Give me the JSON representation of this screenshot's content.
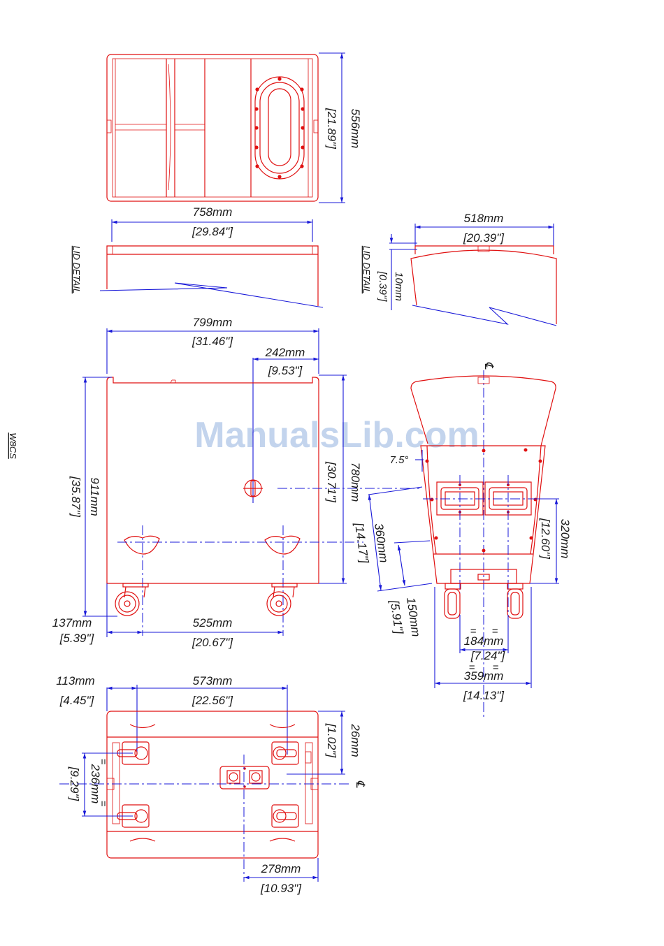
{
  "model": "W8CS",
  "watermark": "ManualsLib.com",
  "centerline_symbol": "℄",
  "lid_detail_label": "LID DETAIL",
  "colors": {
    "outline": "#e01010",
    "dimension": "#1818d8",
    "text": "#1a1a1a",
    "watermark": "#b9cdea"
  },
  "top_view": {
    "depth_mm": "556mm",
    "depth_in": "[21.89\"]"
  },
  "lid_front": {
    "width_mm": "758mm",
    "width_in": "[29.84\"]"
  },
  "lid_side": {
    "width_mm": "518mm",
    "width_in": "[20.39\"]",
    "thick_mm": "10mm",
    "thick_in": "[0.39\"]"
  },
  "front_view": {
    "width_mm": "799mm",
    "width_in": "[31.46\"]",
    "offset_mm": "242mm",
    "offset_in": "[9.53\"]",
    "height_mm": "911mm",
    "height_in": "[35.87\"]",
    "body_height_mm": "780mm",
    "body_height_in": "[30.71\"]",
    "wheel_offset_mm": "137mm",
    "wheel_offset_in": "[5.39\"]",
    "wheel_span_mm": "525mm",
    "wheel_span_in": "[20.67\"]"
  },
  "side_view": {
    "angle": "7.5°",
    "diag_mm": "360mm",
    "diag_in": "[14.17\"]",
    "rise_mm": "150mm",
    "rise_in": "[5.91\"]",
    "panel_mm": "320mm",
    "panel_in": "[12.60\"]",
    "inner_mm": "184mm",
    "inner_in": "[7.24\"]",
    "outer_mm": "359mm",
    "outer_in": "[14.13\"]"
  },
  "bottom_view": {
    "left_mm": "113mm",
    "left_in": "[4.45\"]",
    "span_mm": "573mm",
    "span_in": "[22.56\"]",
    "edge_mm": "26mm",
    "edge_in": "[1.02\"]",
    "caster_mm": "236mm",
    "caster_in": "[9.29\"]",
    "center_mm": "278mm",
    "center_in": "[10.93\"]"
  }
}
